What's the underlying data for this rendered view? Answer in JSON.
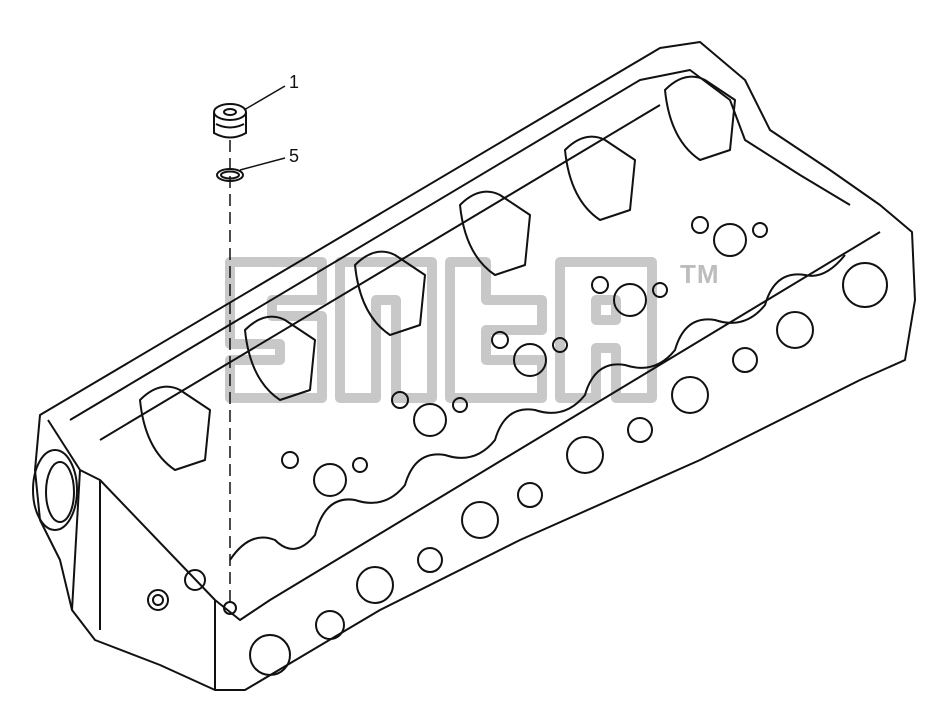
{
  "callouts": {
    "plug": "1",
    "seal_ring": "5"
  },
  "watermark": {
    "trademark": "TM"
  },
  "colors": {
    "line": "#111111",
    "watermark": "#bdbdbd",
    "background": "#ffffff"
  }
}
